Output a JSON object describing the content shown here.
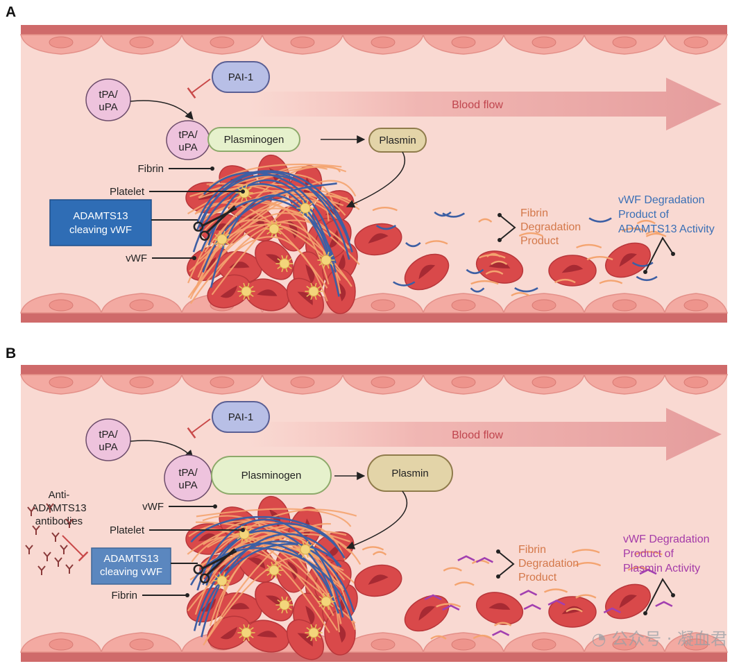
{
  "panel_a": {
    "letter": "A",
    "pai": "PAI-1",
    "tpa_free": [
      "tPA/",
      "uPA"
    ],
    "tpa_bound": [
      "tPA/",
      "uPA"
    ],
    "plasminogen": "Plasminogen",
    "plasmin": "Plasmin",
    "blood_flow": "Blood flow",
    "fibrin": "Fibrin",
    "platelet": "Platelet",
    "adamts13": [
      "ADAMTS13",
      "cleaving vWF"
    ],
    "vwf": "vWF",
    "fibrin_product": [
      "Fibrin",
      "Degradation",
      "Product"
    ],
    "vwf_product": [
      "vWF Degradation",
      "Product of",
      "ADAMTS13 Activity"
    ]
  },
  "panel_b": {
    "letter": "B",
    "pai": "PAI-1",
    "tpa_free": [
      "tPA/",
      "uPA"
    ],
    "tpa_bound": [
      "tPA/",
      "uPA"
    ],
    "plasminogen": "Plasminogen",
    "plasmin": "Plasmin",
    "blood_flow": "Blood flow",
    "antibodies": [
      "Anti-",
      "ADAMTS13",
      "antibodies"
    ],
    "vwf": "vWF",
    "platelet": "Platelet",
    "adamts13": [
      "ADAMTS13",
      "cleaving vWF"
    ],
    "fibrin": "Fibrin",
    "fibrin_product": [
      "Fibrin",
      "Degradation",
      "Product"
    ],
    "vwf_product": [
      "vWF Degradation",
      "Product of",
      "Plasmin Activity"
    ]
  },
  "watermark": "公众号 · 凝血君",
  "colors": {
    "vessel_wall": "#cf6a6a",
    "lumen": "#f9d9d2",
    "endothelium": "#f3aaa2",
    "rbc": "#d9494a",
    "fibrin": "#f4a470",
    "vwf": "#3d5fa4",
    "vwf_plasmin_fragment": "#a23fb0",
    "platelet": "#f3d57b",
    "pai_fill": "#b8bfe6",
    "tpa_fill": "#eec3dd",
    "plasminogen_fill": "#e6f1cc",
    "plasmin_fill": "#e3d4a8",
    "adamts13_a": "#2f6db5",
    "adamts13_b": "#5b87bf"
  },
  "icons": [
    "scissors-icon",
    "inhibition-bar-icon",
    "antibody-icon",
    "chat-bubble-icon"
  ]
}
